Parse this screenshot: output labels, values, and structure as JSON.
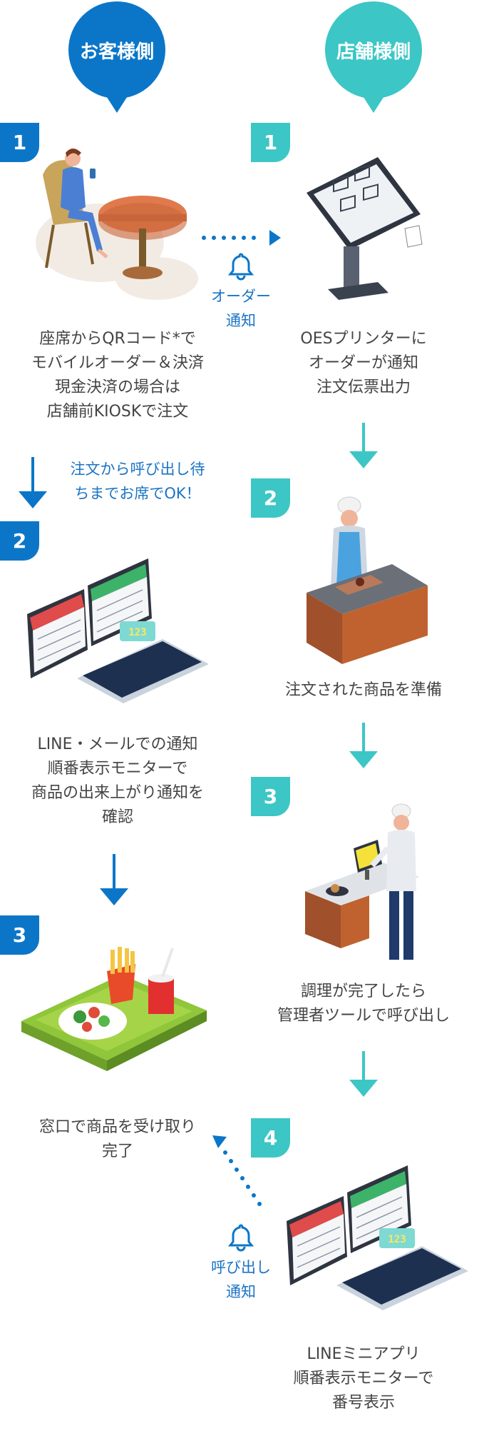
{
  "columns": {
    "customer": {
      "title": "お客様側",
      "color": "#0b76c8"
    },
    "store": {
      "title": "店舗様側",
      "color": "#3cc6c6"
    }
  },
  "customer_steps": [
    {
      "number": "1",
      "lines": [
        "座席からQRコード*で",
        "モバイルオーダー＆決済",
        "現金決済の場合は",
        "店舗前KIOSKで注文"
      ]
    },
    {
      "number": "2",
      "lines": [
        "LINE・メールでの通知",
        "順番表示モニターで",
        "商品の出来上がり通知を",
        "確認"
      ]
    },
    {
      "number": "3",
      "lines": [
        "窓口で商品を受け取り",
        "完了"
      ]
    }
  ],
  "store_steps": [
    {
      "number": "1",
      "lines": [
        "OESプリンターに",
        "オーダーが通知",
        "注文伝票出力"
      ]
    },
    {
      "number": "2",
      "lines": [
        "注文された商品を準備"
      ]
    },
    {
      "number": "3",
      "lines": [
        "調理が完了したら",
        "管理者ツールで呼び出し"
      ]
    },
    {
      "number": "4",
      "lines": [
        "LINEミニアプリ",
        "順番表示モニターで",
        "番号表示"
      ]
    }
  ],
  "notifications": {
    "order": [
      "オーダー",
      "通知"
    ],
    "wait": [
      "注文から呼び出し待",
      "ちまでお席でOK！"
    ],
    "call": [
      "呼び出し",
      "通知"
    ]
  },
  "monitor_number": "123",
  "colors": {
    "blue": "#0b76c8",
    "teal": "#3cc6c6",
    "text": "#444444"
  }
}
